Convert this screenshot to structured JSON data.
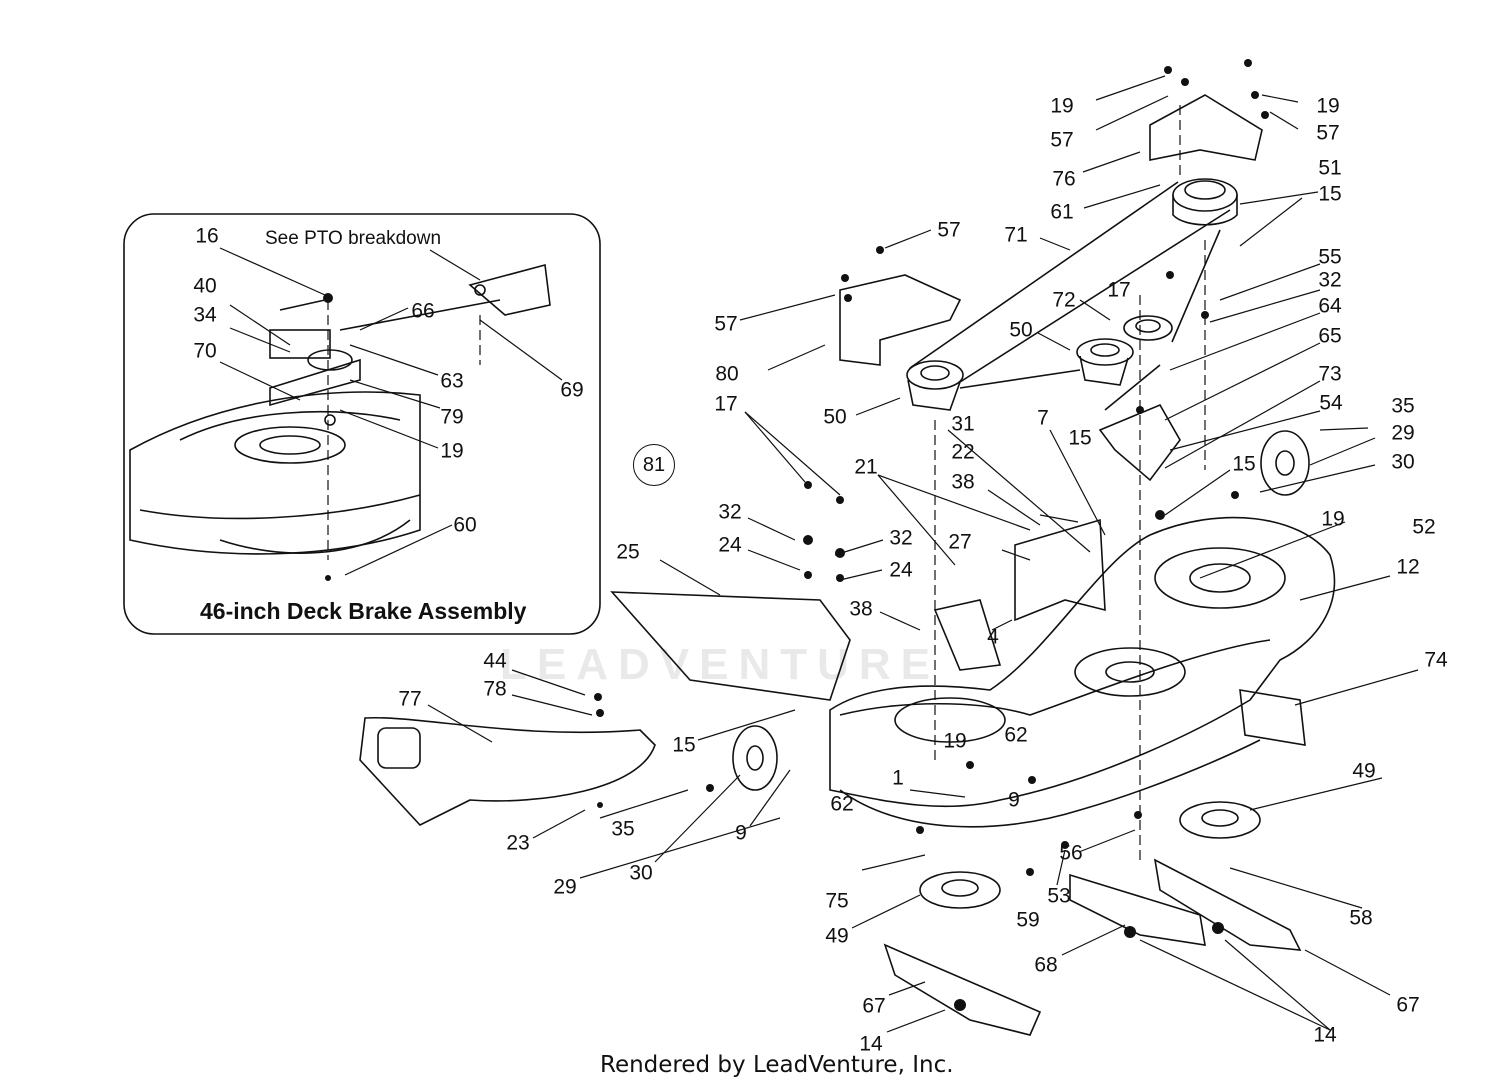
{
  "inset": {
    "note": "See PTO breakdown",
    "title": "46-inch Deck Brake Assembly",
    "labels": [
      "16",
      "40",
      "34",
      "70",
      "66",
      "63",
      "79",
      "19",
      "69",
      "60"
    ]
  },
  "callout": "81",
  "watermark": "LEADVENTURE",
  "footer": "Rendered by LeadVenture, Inc.",
  "labels": [
    "19",
    "57",
    "19",
    "57",
    "76",
    "51",
    "61",
    "15",
    "71",
    "57",
    "55",
    "32",
    "17",
    "64",
    "57",
    "72",
    "65",
    "50",
    "80",
    "73",
    "50",
    "35",
    "17",
    "54",
    "31",
    "7",
    "15",
    "29",
    "22",
    "15",
    "30",
    "21",
    "38",
    "32",
    "19",
    "52",
    "32",
    "27",
    "12",
    "24",
    "24",
    "25",
    "4",
    "38",
    "74",
    "44",
    "78",
    "77",
    "15",
    "19",
    "62",
    "49",
    "1",
    "9",
    "62",
    "9",
    "35",
    "23",
    "56",
    "30",
    "29",
    "75",
    "53",
    "59",
    "58",
    "49",
    "68",
    "67",
    "67",
    "14",
    "14"
  ]
}
